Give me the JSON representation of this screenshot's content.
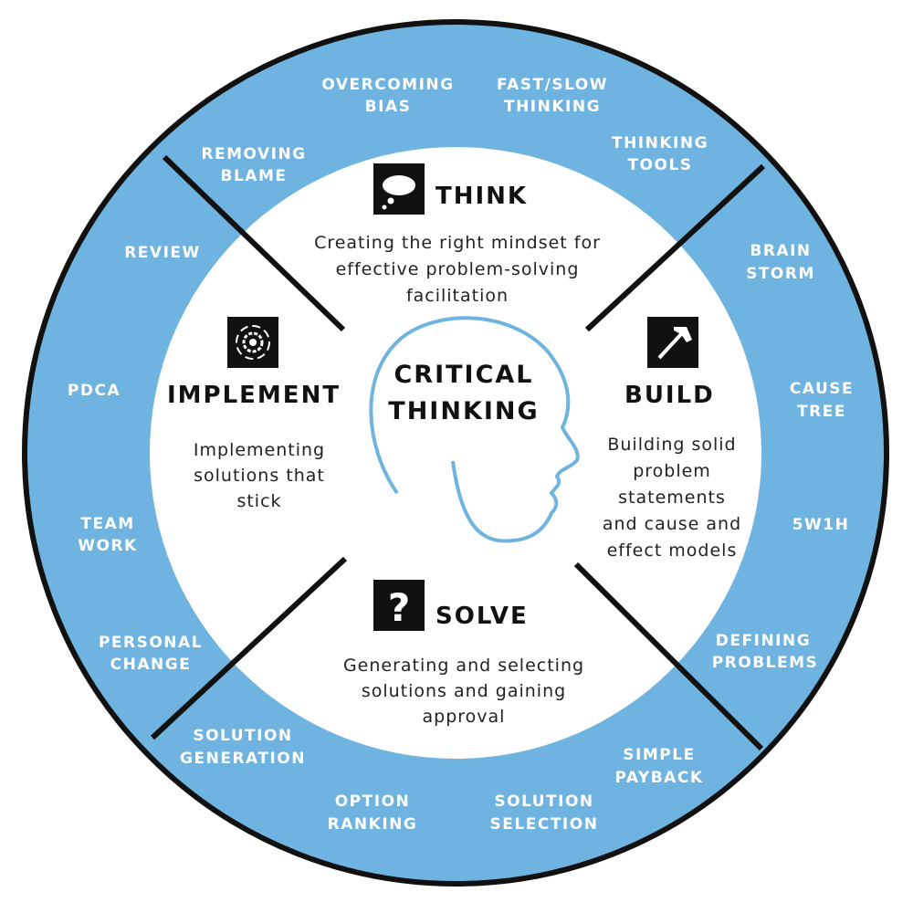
{
  "colors": {
    "ring": "#6fb3e0",
    "outline": "#111111",
    "head": "#6fb3e0",
    "icon_bg": "#111111"
  },
  "center": {
    "line1": "CRITICAL",
    "line2": "THINKING"
  },
  "sections": {
    "think": {
      "title": "THINK",
      "icon": "thought-bubble-icon",
      "desc": [
        "Creating the right mindset for",
        "effective problem-solving",
        "facilitation"
      ]
    },
    "build": {
      "title": "BUILD",
      "icon": "hammer-icon",
      "desc": [
        "Building solid",
        "problem",
        "statements",
        "and cause and",
        "effect models"
      ]
    },
    "solve": {
      "title": "SOLVE",
      "icon": "question-mark-icon",
      "desc": [
        "Generating and selecting",
        "solutions and gaining",
        "approval"
      ]
    },
    "implement": {
      "title": "IMPLEMENT",
      "icon": "cycle-gear-icon",
      "desc": [
        "Implementing",
        "solutions that",
        "stick"
      ]
    }
  },
  "ring_items": {
    "think": [
      [
        "REMOVING",
        "BLAME"
      ],
      [
        "OVERCOMING",
        "BIAS"
      ],
      [
        "FAST/SLOW",
        "THINKING"
      ],
      [
        "THINKING",
        "TOOLS"
      ]
    ],
    "build": [
      [
        "BRAIN",
        "STORM"
      ],
      [
        "CAUSE",
        "TREE"
      ],
      [
        "5W1H"
      ],
      [
        "DEFINING",
        "PROBLEMS"
      ]
    ],
    "solve": [
      [
        "SIMPLE",
        "PAYBACK"
      ],
      [
        "SOLUTION",
        "SELECTION"
      ],
      [
        "OPTION",
        "RANKING"
      ],
      [
        "SOLUTION",
        "GENERATION"
      ]
    ],
    "implement": [
      [
        "PERSONAL",
        "CHANGE"
      ],
      [
        "TEAM",
        "WORK"
      ],
      [
        "PDCA"
      ],
      [
        "REVIEW"
      ]
    ]
  }
}
